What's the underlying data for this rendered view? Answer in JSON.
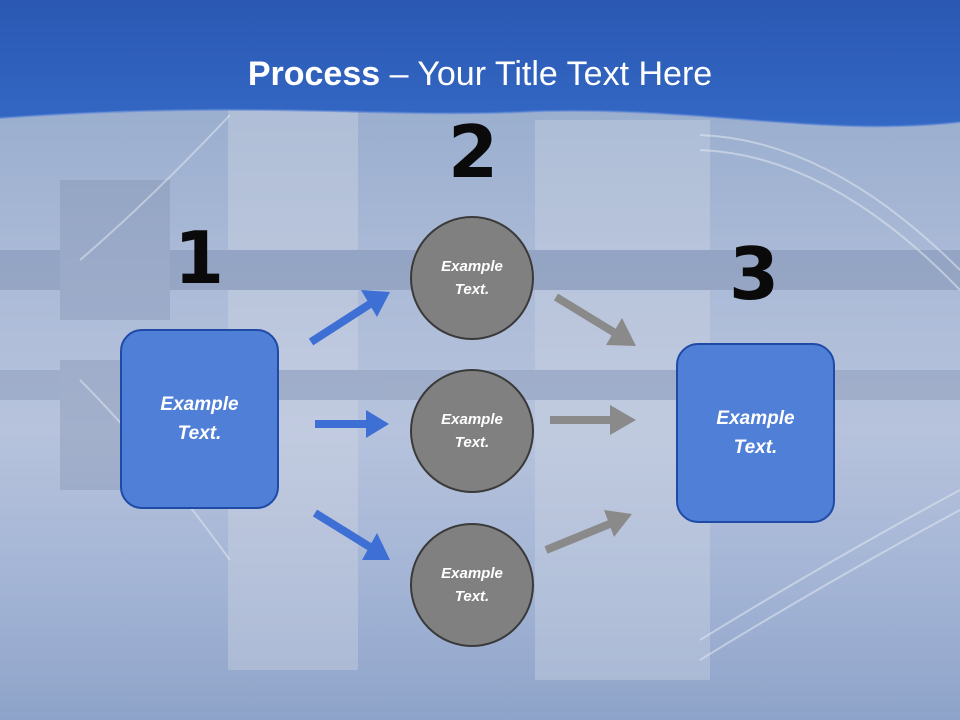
{
  "title": {
    "bold": "Process",
    "rest": " – Your Title Text Here"
  },
  "steps": [
    "1",
    "2",
    "3"
  ],
  "left_box": {
    "line1": "Example",
    "line2": "Text."
  },
  "circles": [
    {
      "line1": "Example",
      "line2": "Text."
    },
    {
      "line1": "Example",
      "line2": "Text."
    },
    {
      "line1": "Example",
      "line2": "Text."
    }
  ],
  "right_box": {
    "line1": "Example",
    "line2": "Text."
  },
  "colors": {
    "header": "#2f5fb8",
    "box_fill": "#4f7fd6",
    "circle_fill": "#808080",
    "blue_arrow": "#3d6fd4",
    "gray_arrow": "#8a8a8a"
  }
}
